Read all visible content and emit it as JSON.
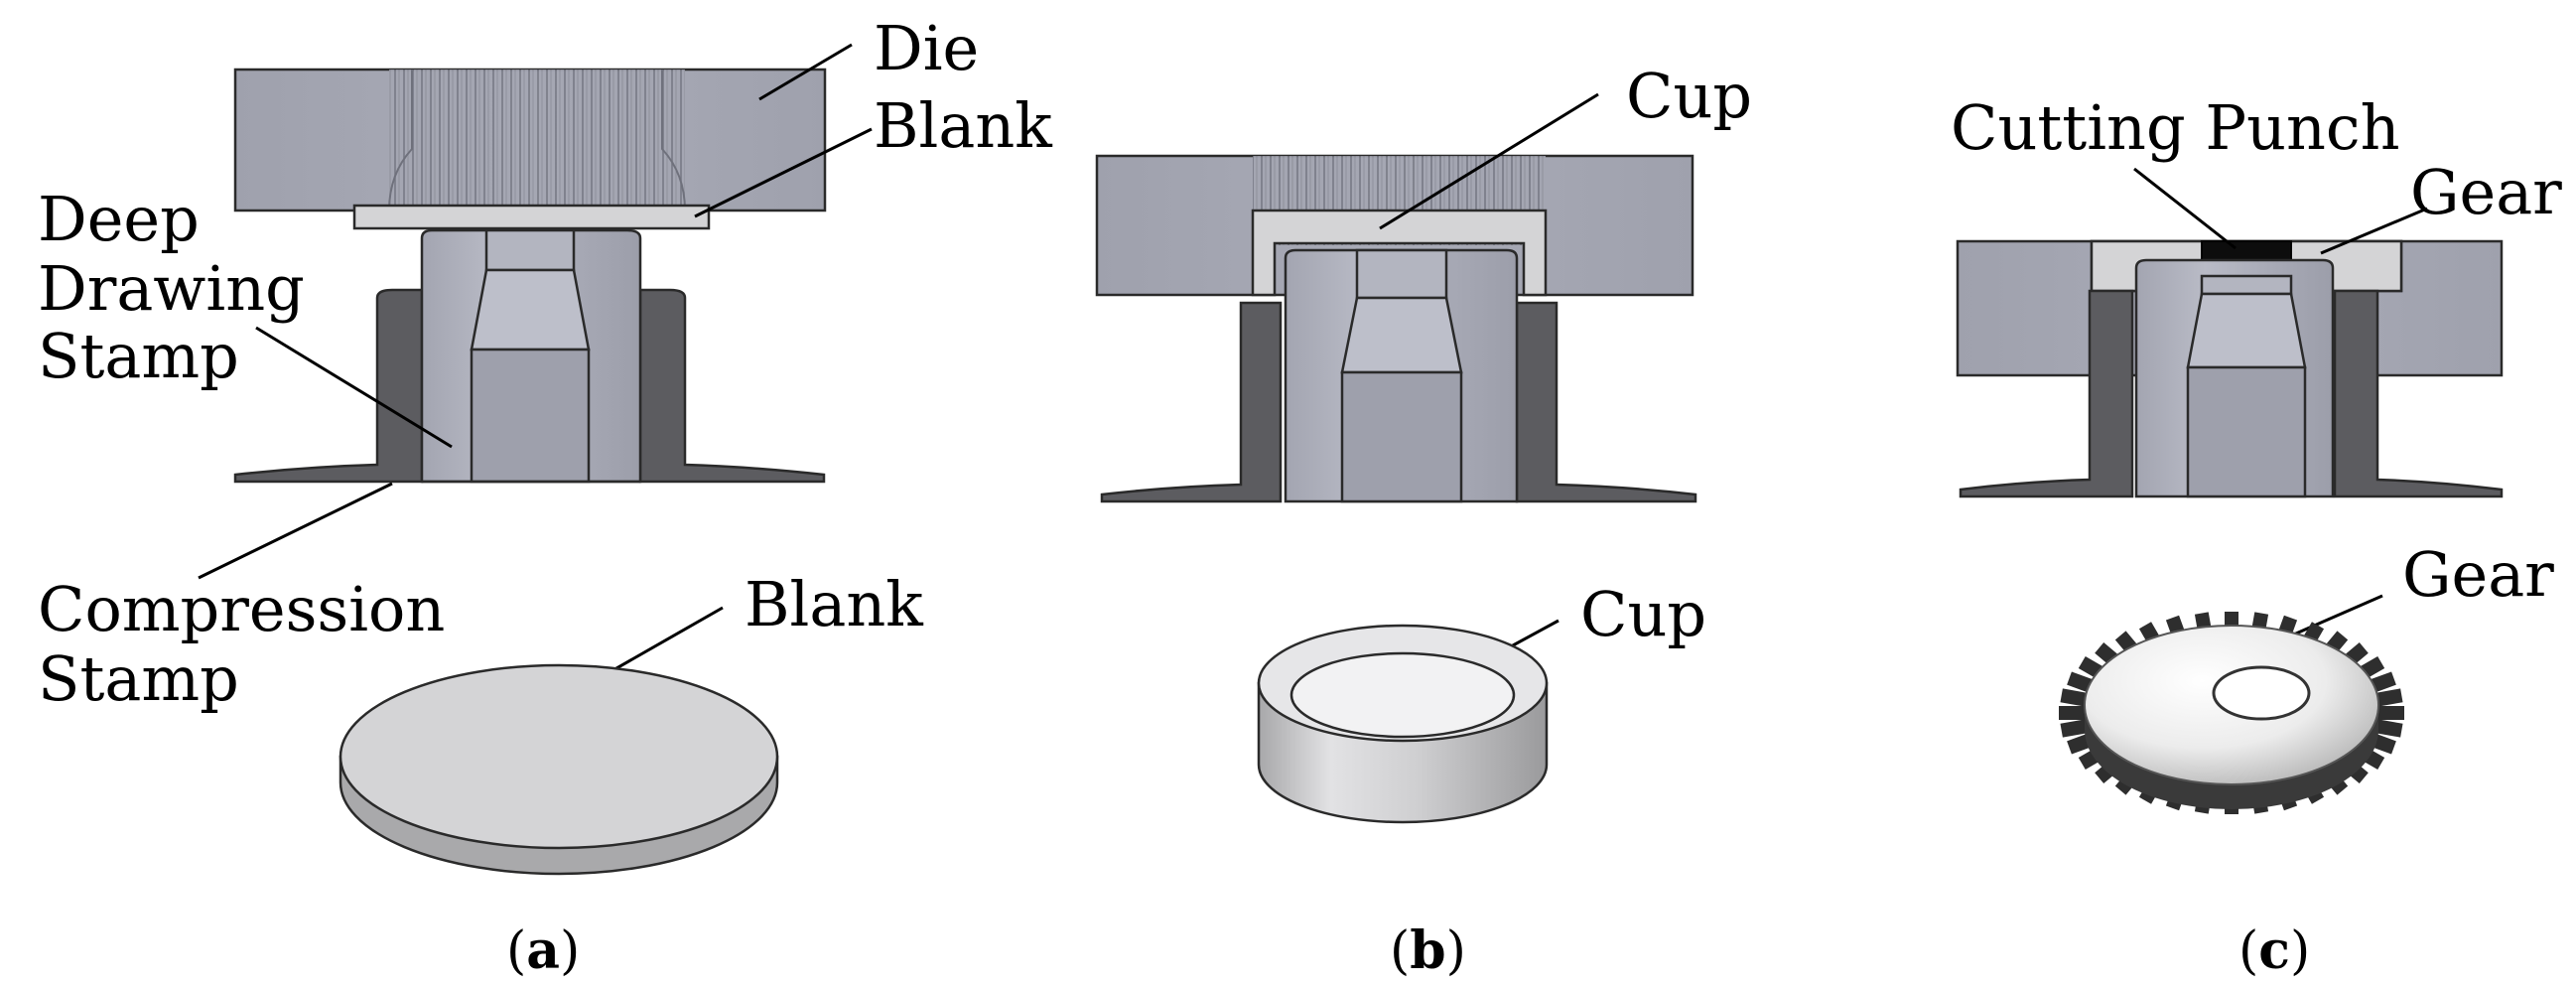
{
  "colors": {
    "die": "#a4a6b2",
    "die_shadow": "#8d8f9b",
    "stamp": "#a9abb7",
    "stamp_light": "#bfc1cc",
    "compression_stamp": "#5c5c60",
    "blank": "#d4d4d6",
    "blank_edge": "#a9a9ab",
    "cutting_punch": "#0d0d0d",
    "gear_light": "#f1f1f1",
    "gear_teeth": "#2e2e2e",
    "outline": "#2a2a2a"
  },
  "panel_a": {
    "labels": {
      "die": "Die",
      "blank_top": "Blank",
      "deep_drawing_1": "Deep",
      "deep_drawing_2": "Drawing",
      "deep_drawing_3": "Stamp",
      "compression_1": "Compression",
      "compression_2": "Stamp",
      "blank_part": "Blank"
    },
    "caption": {
      "open": "(",
      "letter": "a",
      "close": ")"
    }
  },
  "panel_b": {
    "labels": {
      "cup_top": "Cup",
      "cup_part": "Cup"
    },
    "caption": {
      "open": "(",
      "letter": "b",
      "close": ")"
    }
  },
  "panel_c": {
    "labels": {
      "cutting_punch": "Cutting Punch",
      "gear_top": "Gear",
      "gear_part": "Gear"
    },
    "caption": {
      "open": "(",
      "letter": "c",
      "close": ")"
    }
  }
}
